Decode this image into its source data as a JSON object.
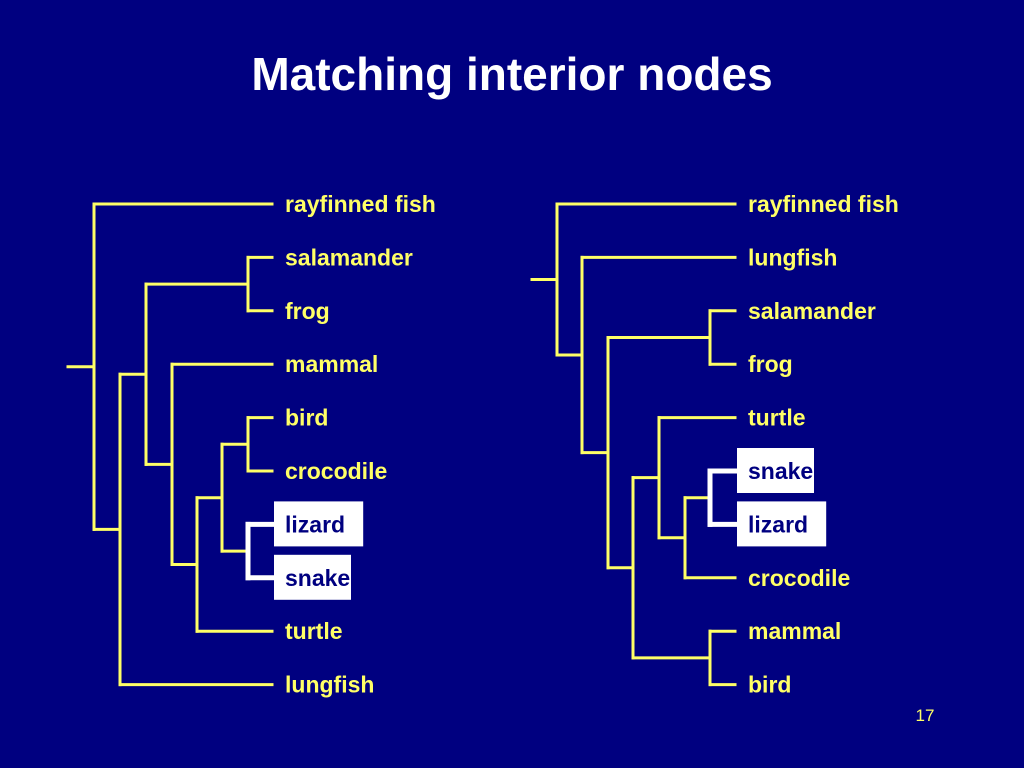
{
  "title": "Matching interior nodes",
  "page_number": "17",
  "colors": {
    "background": "#000080",
    "branch": "#ffff66",
    "label": "#ffff66",
    "highlight_box": "#ffffff",
    "highlight_text": "#000080",
    "highlight_branch": "#ffffff"
  },
  "trees": [
    {
      "name": "left",
      "leaves": [
        "rayfinned fish",
        "salamander",
        "frog",
        "mammal",
        "bird",
        "crocodile",
        "lizard",
        "snake",
        "turtle",
        "lungfish"
      ],
      "highlighted": [
        "lizard",
        "snake"
      ]
    },
    {
      "name": "right",
      "leaves": [
        "rayfinned fish",
        "lungfish",
        "salamander",
        "frog",
        "turtle",
        "snake",
        "lizard",
        "crocodile",
        "mammal",
        "bird"
      ],
      "highlighted": [
        "snake",
        "lizard"
      ]
    }
  ]
}
